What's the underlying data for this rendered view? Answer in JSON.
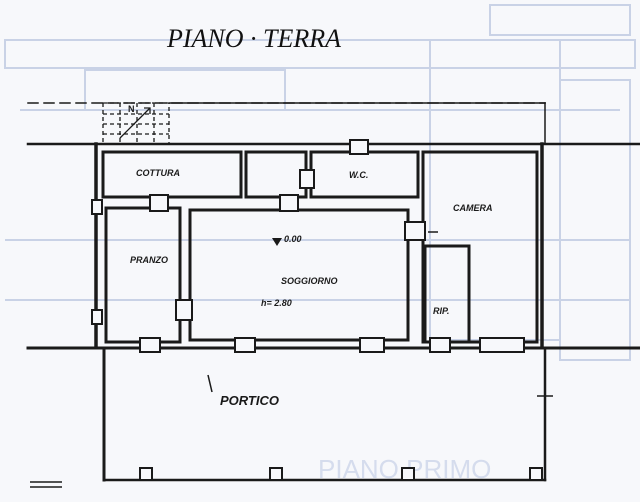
{
  "plan": {
    "title": "PIANO · TERRA",
    "rooms": {
      "cottura": "COTTURA",
      "wc": "W.C.",
      "camera": "CAMERA",
      "pranzo": "PRANZO",
      "soggiorno": "SOGGIORNO",
      "height": "h= 2.80",
      "rip": "RIP.",
      "portico": "PORTICO"
    },
    "level_mark": "0.00",
    "north_mark": "N",
    "faint_heading": "PIANO PRIMO"
  },
  "colors": {
    "ink": "#1a1a1a",
    "paper": "#f7f8fb",
    "ghost": "#c9d2e6"
  }
}
